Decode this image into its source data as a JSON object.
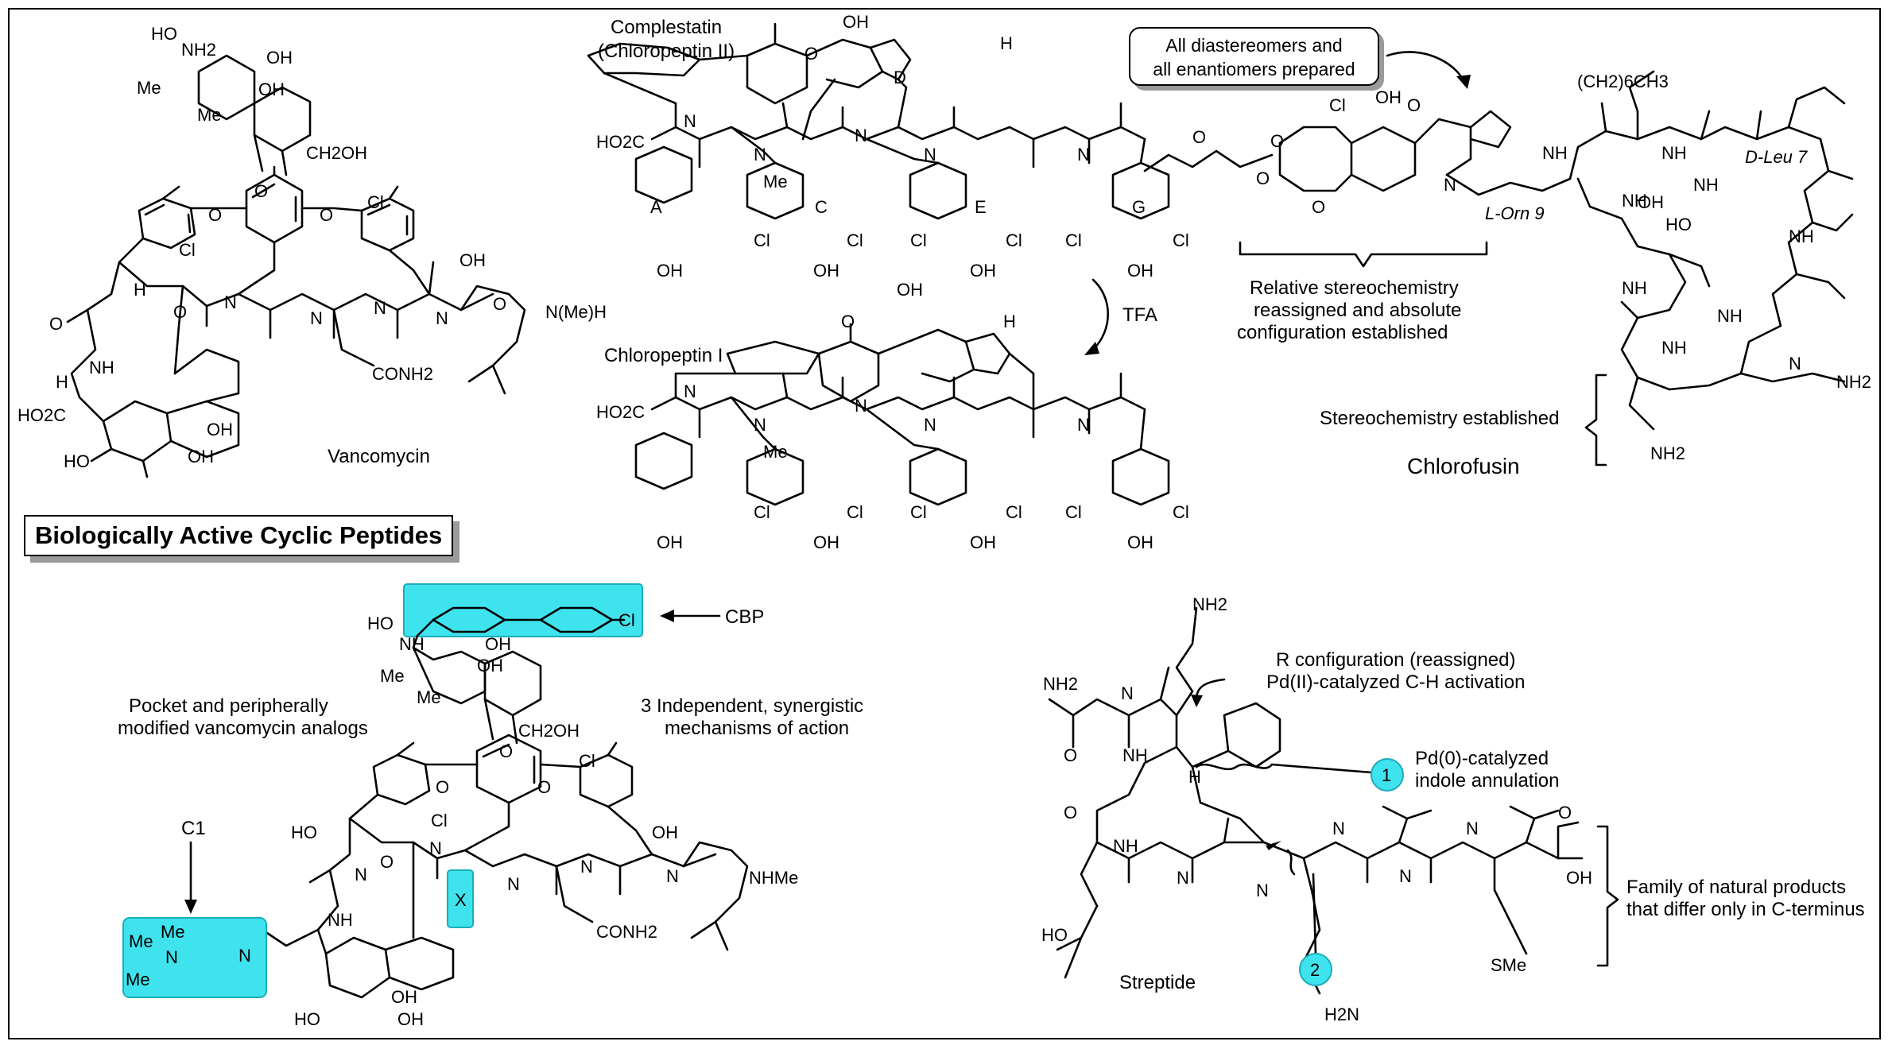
{
  "title": "Biologically Active Cyclic Peptides",
  "compounds": {
    "vancomycin": "Vancomycin",
    "complestatin": [
      "Complestatin",
      "(Chloropeptin II)"
    ],
    "chloropeptin_i": "Chloropeptin I",
    "chlorofusin": "Chlorofusin",
    "streptide": "Streptide"
  },
  "reaction": {
    "reagent": "TFA"
  },
  "ring_labels": [
    "A",
    "C",
    "D",
    "E",
    "G"
  ],
  "notes": {
    "diastereomers": [
      "All diastereomers and",
      "all enantiomers prepared"
    ],
    "relative_stereo": [
      "Relative stereochemistry",
      "reassigned and absolute",
      "configuration established"
    ],
    "stereo_established": "Stereochemistry established",
    "pocket": [
      "Pocket and peripherally",
      "modified vancomycin analogs"
    ],
    "mechanisms": [
      "3 Independent, synergistic",
      "mechanisms of action"
    ],
    "cbp": "CBP",
    "c1": "C1",
    "r_config": [
      "R configuration (reassigned)",
      "Pd(II)-catalyzed C-H activation"
    ],
    "pd0": [
      "Pd(0)-catalyzed",
      "indole annulation"
    ],
    "family": [
      "Family of natural products",
      "that differ only in C-terminus"
    ]
  },
  "residue_labels": {
    "orn": "L-Orn 9",
    "leu": "D-Leu 7"
  },
  "site_numbers": [
    "1",
    "2"
  ],
  "atoms": {
    "HO": "HO",
    "OH": "OH",
    "NH2": "NH2",
    "NH": "NH",
    "N": "N",
    "H": "H",
    "O": "O",
    "Cl": "Cl",
    "Me": "Me",
    "CH2OH": "CH2OH",
    "CONH2": "CONH2",
    "NMeH": "N(Me)H",
    "HO2C": "HO2C",
    "NHMe": "NHMe",
    "SMe": "SMe",
    "CH2_6CH3": "(CH2)6CH3",
    "X": "X",
    "Me3N": "Me",
    "H2N": "H2N"
  },
  "colors": {
    "highlight": "#3fe3ee",
    "highlight_border": "#1aaeb9",
    "shadow": "#9a9a9a"
  }
}
